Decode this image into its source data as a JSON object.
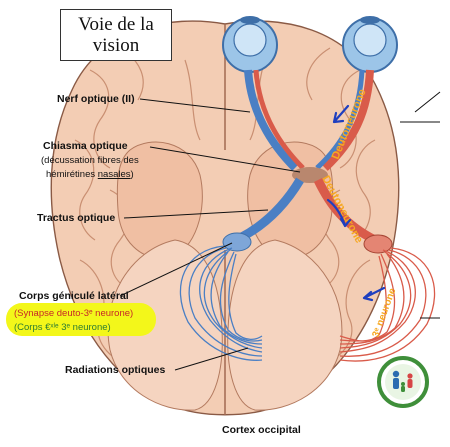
{
  "title": {
    "line1": "Voie de la",
    "line2": "vision"
  },
  "labels": {
    "optic_nerve": "Nerf optique (II)",
    "chiasma": "Chiasma optique",
    "chiasma_note_1": "(décussation fibres des",
    "chiasma_note_2": "hémirétines ",
    "chiasma_note_nasal": "nasales",
    "chiasma_note_end": ")",
    "optic_tract": "Tractus optique",
    "lgn": "Corps géniculé latéral",
    "lgn_synapse": "(Synapse deuto-3ᵉ neurone)",
    "lgn_body": "(Corps €ˣˡᵉ 3ᵉ neurone)",
    "radiations": "Radiations optiques",
    "cortex": "Cortex occipital"
  },
  "neurons": {
    "deuto_1": "Deutoneurone",
    "deuto_2": "Deutoneurone",
    "third": "3ᵉ neurone"
  },
  "colors": {
    "brain": "#f3cdb4",
    "brain_dark": "#e2ab8c",
    "blue_pathway": "#4a7fc4",
    "red_pathway": "#d95b4a",
    "neuron_label": "#f6a821",
    "arrow": "#1f3fbf",
    "highlight": "#f3f71a"
  },
  "logo": {
    "icon": "family-logo-icon"
  }
}
